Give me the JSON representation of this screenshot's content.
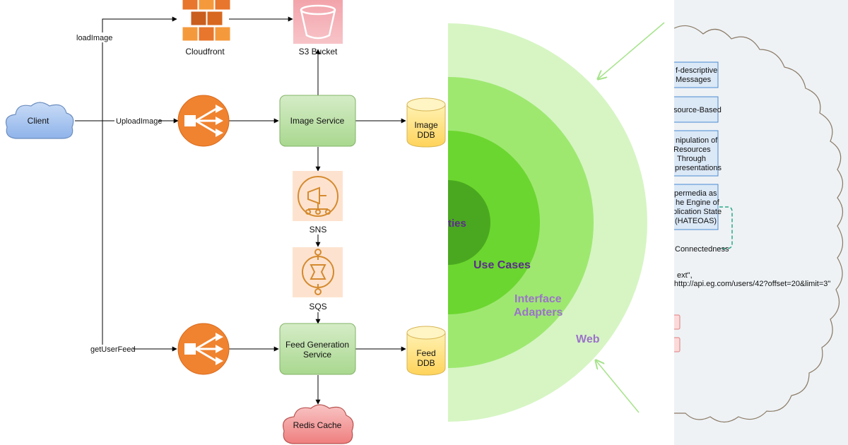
{
  "architecture": {
    "client_label": "Client",
    "cloudfront_label": "Cloudfront",
    "s3_label": "S3 Bucket",
    "image_service_label": "Image Service",
    "image_db_line1": "Image",
    "image_db_line2": "DDB",
    "sns_label": "SNS",
    "sqs_label": "SQS",
    "feed_service_line1": "Feed Generation",
    "feed_service_line2": "Service",
    "feed_db_line1": "Feed",
    "feed_db_line2": "DDB",
    "redis_label": "Redis Cache",
    "edge_load_image": "loadImage",
    "edge_upload_image": "UploadImage",
    "edge_get_user_feed": "getUserFeed"
  },
  "clean_architecture": {
    "layer_entities": "ties",
    "layer_use_cases": "Use Cases",
    "layer_adapters_line1": "Interface",
    "layer_adapters_line2": "Adapters",
    "layer_web": "Web",
    "colors": {
      "outer": "#d6f5c3",
      "adapters": "#9ee870",
      "use_cases": "#6bd62f",
      "entities": "#4aa820",
      "label_purple": "#9c73c9",
      "label_dark": "#5b2d8a"
    }
  },
  "rest_panel": {
    "constraint1_line1": "f-descriptive",
    "constraint1_line2": "Messages",
    "constraint2": "source-Based",
    "constraint3_line1": "nipulation of",
    "constraint3_line2": "Resources",
    "constraint3_line3": "Through",
    "constraint3_line4": "presentations",
    "constraint4_line1": "permedia as",
    "constraint4_line2": "he Engine of",
    "constraint4_line3": "plication State",
    "constraint4_line4": "(HATEOAS)",
    "connectedness": "Connectedness",
    "code_line1": "ext\",",
    "code_line2": "\"http://api.eg.com/users/42?offset=20&limit=3\""
  }
}
